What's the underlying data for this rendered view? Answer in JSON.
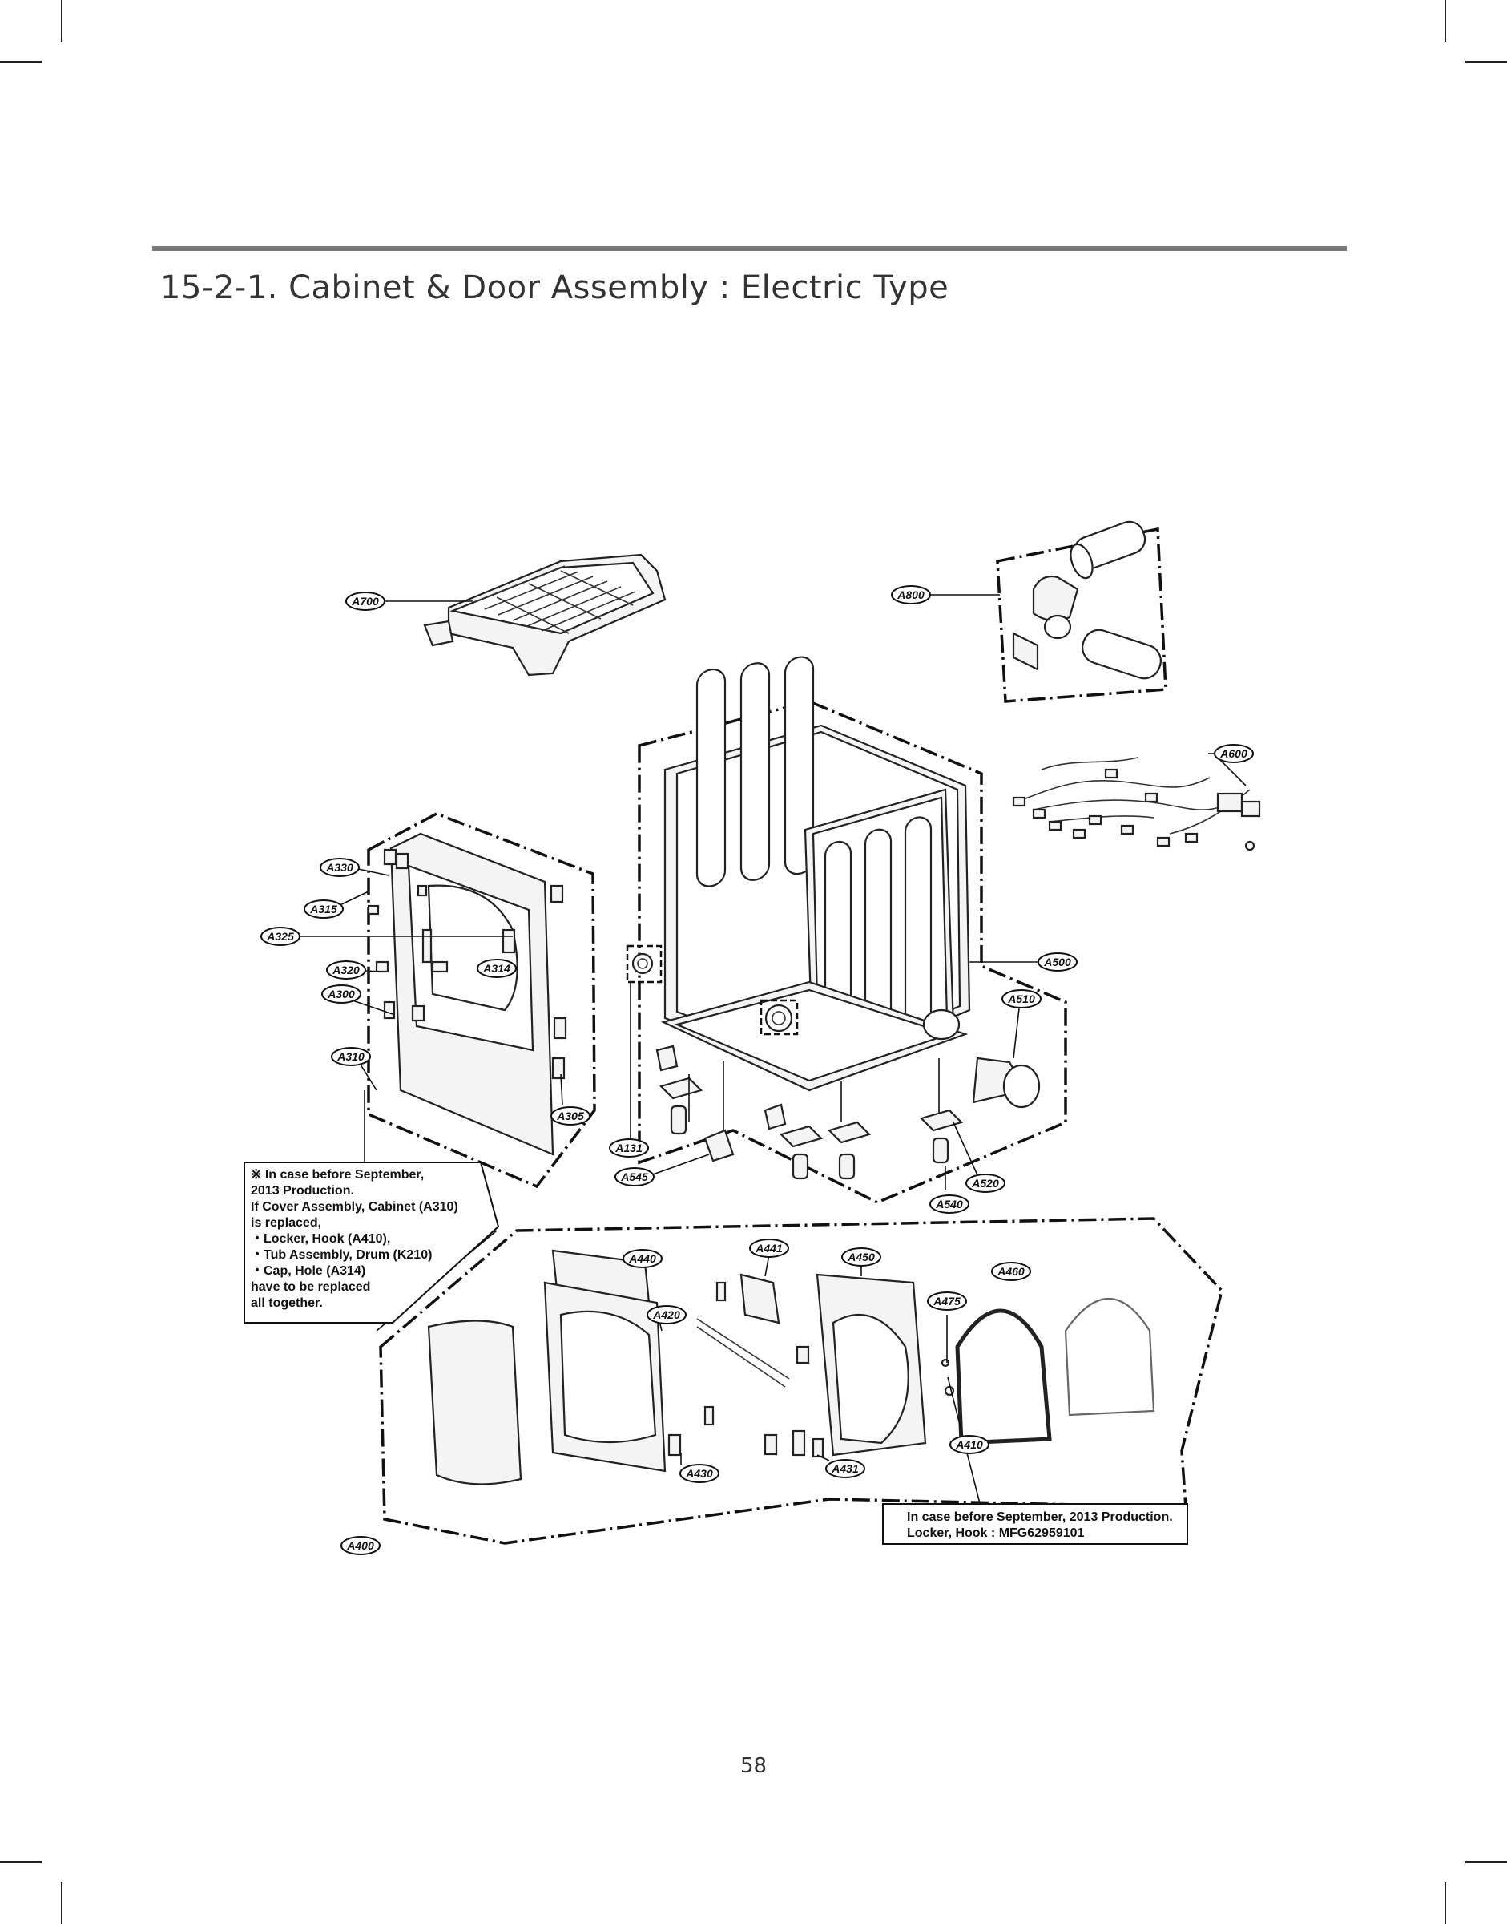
{
  "page": {
    "title": "15-2-1. Cabinet & Door Assembly : Electric Type",
    "page_number": "58"
  },
  "labels": {
    "a700": "A700",
    "a800": "A800",
    "a600": "A600",
    "a330": "A330",
    "a315": "A315",
    "a325": "A325",
    "a320": "A320",
    "a314": "A314",
    "a300": "A300",
    "a310": "A310",
    "a305": "A305",
    "a131": "A131",
    "a545": "A545",
    "a500": "A500",
    "a510": "A510",
    "a520": "A520",
    "a540": "A540",
    "a440": "A440",
    "a441": "A441",
    "a450": "A450",
    "a460": "A460",
    "a475": "A475",
    "a420": "A420",
    "a430": "A430",
    "a431": "A431",
    "a410": "A410",
    "a400": "A400"
  },
  "note_cabinet": {
    "lines": [
      "※ In case before September,",
      "2013 Production.",
      "If Cover Assembly, Cabinet (A310)",
      "is replaced,",
      "・Locker, Hook (A410),",
      "・Tub Assembly, Drum (K210)",
      "・Cap, Hole (A314)",
      "have to be replaced",
      "all together."
    ]
  },
  "note_locker": {
    "lines": [
      "In case before September, 2013 Production.",
      "Locker, Hook : MFG62959101"
    ]
  }
}
